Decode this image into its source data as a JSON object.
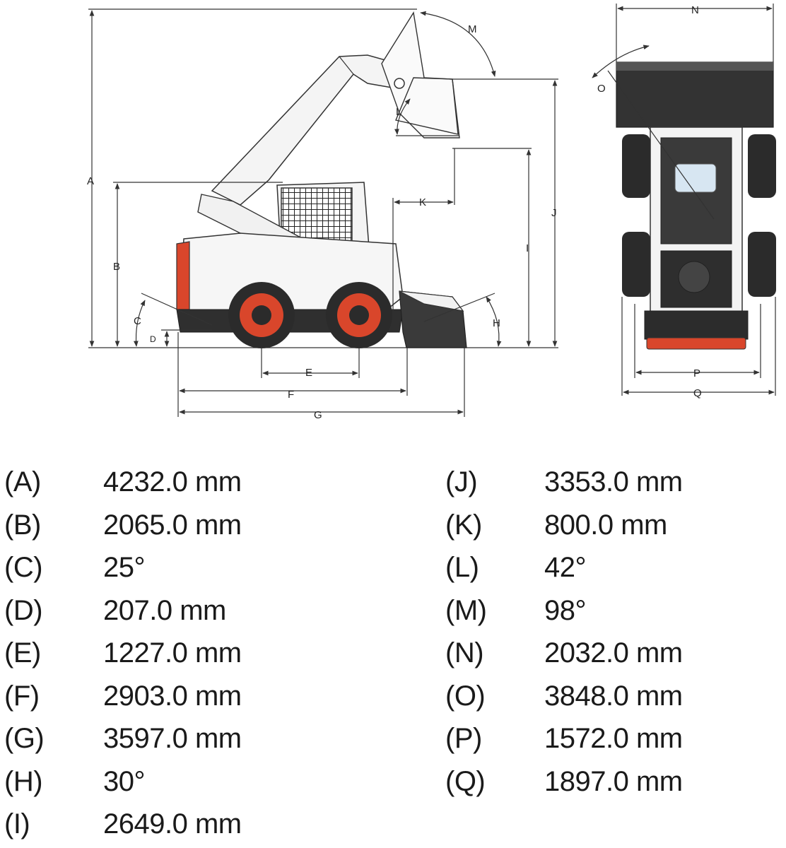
{
  "diagram": {
    "labels": {
      "A": "A",
      "B": "B",
      "C": "C",
      "D": "D",
      "E": "E",
      "F": "F",
      "G": "G",
      "H": "H",
      "I": "I",
      "J": "J",
      "K": "K",
      "L": "L",
      "M": "M",
      "N": "N",
      "O": "O",
      "P": "P",
      "Q": "Q"
    },
    "colors": {
      "machine_orange": "#d9462b",
      "tire_dark": "#2b2b2b",
      "line": "#333333",
      "bucket_dark": "#3a3a3a"
    }
  },
  "specs": {
    "left": [
      {
        "key": "(A)",
        "value": "4232.0 mm"
      },
      {
        "key": "(B)",
        "value": "2065.0 mm"
      },
      {
        "key": "(C)",
        "value": "25°"
      },
      {
        "key": "(D)",
        "value": "207.0 mm"
      },
      {
        "key": "(E)",
        "value": "1227.0 mm"
      },
      {
        "key": "(F)",
        "value": "2903.0 mm"
      },
      {
        "key": "(G)",
        "value": "3597.0 mm"
      },
      {
        "key": "(H)",
        "value": "30°"
      },
      {
        "key": "(I)",
        "value": "2649.0 mm"
      }
    ],
    "right": [
      {
        "key": "(J)",
        "value": "3353.0 mm"
      },
      {
        "key": "(K)",
        "value": "800.0 mm"
      },
      {
        "key": "(L)",
        "value": "42°"
      },
      {
        "key": "(M)",
        "value": "98°"
      },
      {
        "key": "(N)",
        "value": "2032.0 mm"
      },
      {
        "key": "(O)",
        "value": "3848.0 mm"
      },
      {
        "key": "(P)",
        "value": "1572.0 mm"
      },
      {
        "key": "(Q)",
        "value": "1897.0 mm"
      }
    ]
  }
}
